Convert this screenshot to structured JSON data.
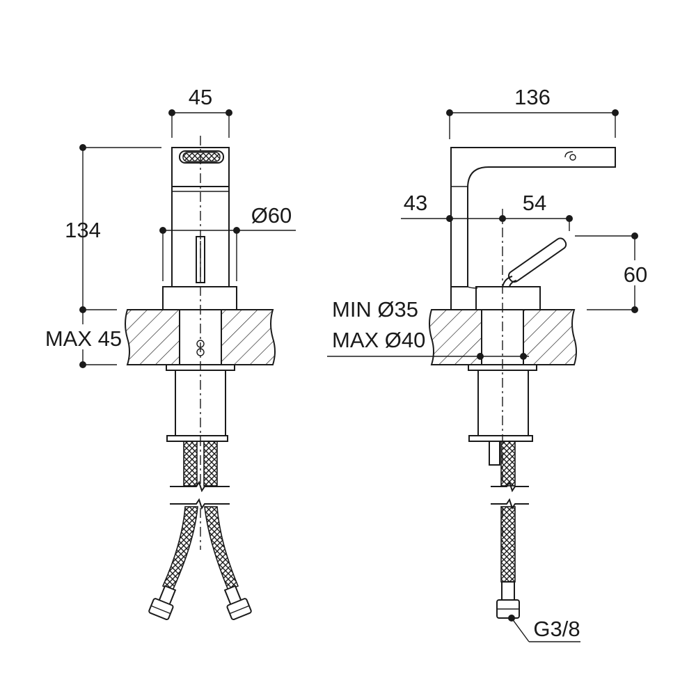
{
  "colors": {
    "line": "#1a1a1a",
    "background": "#ffffff"
  },
  "front_view": {
    "width_label": "45",
    "height_label": "134",
    "diameter_label": "Ø60",
    "max_thickness_label": "MAX 45"
  },
  "side_view": {
    "length_label": "136",
    "offset_label": "43",
    "lever_reach_label": "54",
    "lever_height_label": "60",
    "min_hole_label": "MIN Ø35",
    "max_hole_label": "MAX Ø40",
    "connector_label": "G3/8"
  }
}
